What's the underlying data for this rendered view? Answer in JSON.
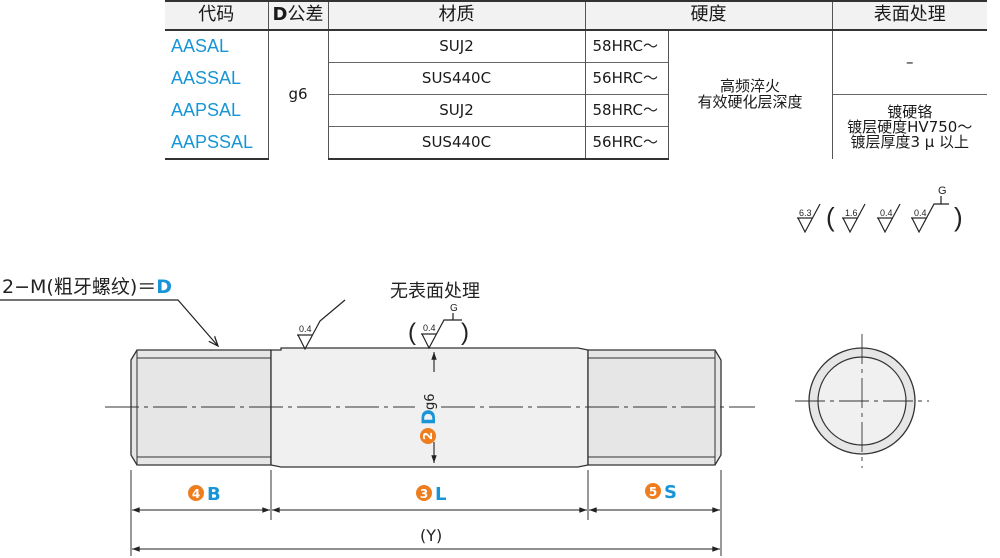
{
  "colors": {
    "accent_blue": "#1795d6",
    "accent_orange": "#ee7d1e",
    "line": "#333333",
    "part_fill": "#eeeeee"
  },
  "table": {
    "headers": {
      "code": "代码",
      "d_tol_bold": "D",
      "d_tol_rest": "公差",
      "material": "材质",
      "hardness": "硬度",
      "surface": "表面处理"
    },
    "rows": [
      {
        "code": "AASAL",
        "material": "SUJ2",
        "hrc": "58HRC〜"
      },
      {
        "code": "AASSAL",
        "material": "SUS440C",
        "hrc": "56HRC〜"
      },
      {
        "code": "AAPSAL",
        "material": "SUJ2",
        "hrc": "58HRC〜"
      },
      {
        "code": "AAPSSAL",
        "material": "SUS440C",
        "hrc": "56HRC〜"
      }
    ],
    "tolerance": "g6",
    "hardening_line1": "高频淬火",
    "hardening_line2": "有效硬化层深度",
    "surface_none": "–",
    "surface_chrome_l1": "镀硬铬",
    "surface_chrome_l2": "镀层硬度HV750〜",
    "surface_chrome_l3": "镀层厚度3 μ 以上"
  },
  "drawing": {
    "roughness_general": "6.3",
    "roughness_1": "1.6",
    "roughness_2": "0.4",
    "roughness_3": "0.4",
    "grind_symbol": "G",
    "thread_label": "2−M(粗牙螺纹)＝",
    "thread_label_bold": "D",
    "no_surface_treatment": "无表面处理",
    "shaft_roughness": "0.4",
    "shaft_roughness_grind": "0.4",
    "shaft_grind_symbol": "G",
    "dims": {
      "d_num": "2",
      "d_letter": "D",
      "d_sub": "g6",
      "b_num": "4",
      "b_letter": "B",
      "l_num": "3",
      "l_letter": "L",
      "s_num": "5",
      "s_letter": "S",
      "overall": "(Y)"
    }
  }
}
